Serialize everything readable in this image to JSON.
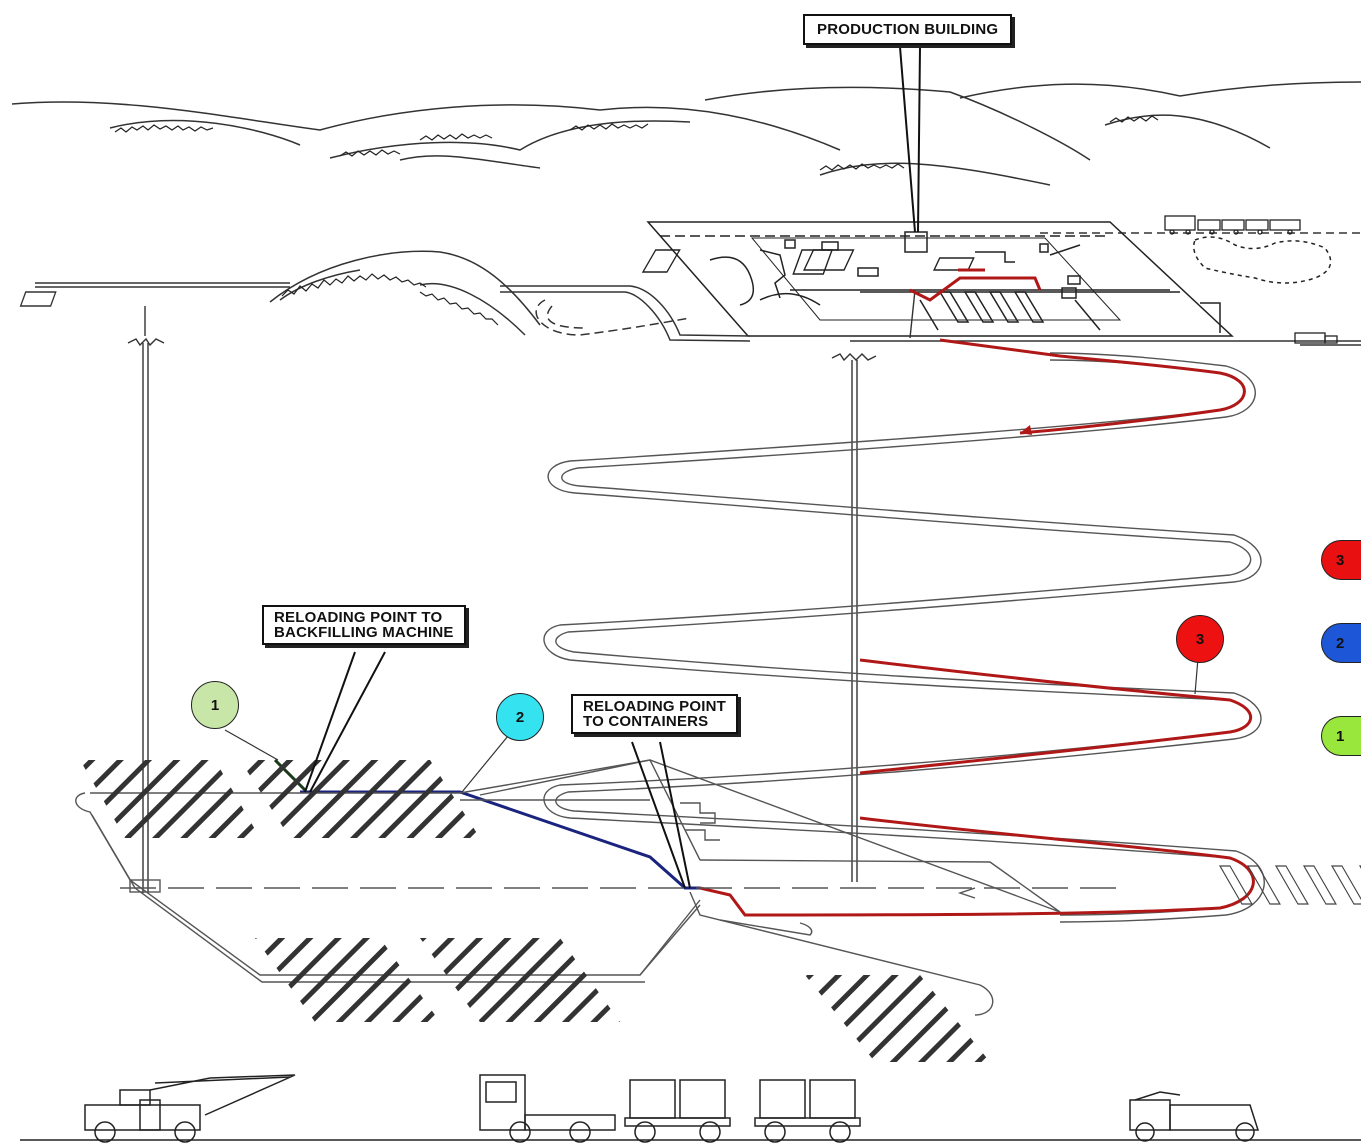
{
  "labels": {
    "production_building": "PRODUCTION BUILDING",
    "reloading_backfilling": "RELOADING POINT TO\nBACKFILLING MACHINE",
    "reloading_containers": "RELOADING POINT\nTO CONTAINERS"
  },
  "markers": {
    "m1": "1",
    "m2": "2",
    "m3": "3",
    "legend_3": "3",
    "legend_2": "2",
    "legend_1": "1"
  },
  "colors": {
    "marker_1": "#c8e6a8",
    "marker_2": "#35e3f0",
    "marker_3": "#ee1111",
    "legend_1": "#99e63c",
    "legend_2": "#1d57d8",
    "legend_3": "#e81010",
    "route_red": "#b01818",
    "route_blue": "#1a237e",
    "ink": "#222222"
  }
}
